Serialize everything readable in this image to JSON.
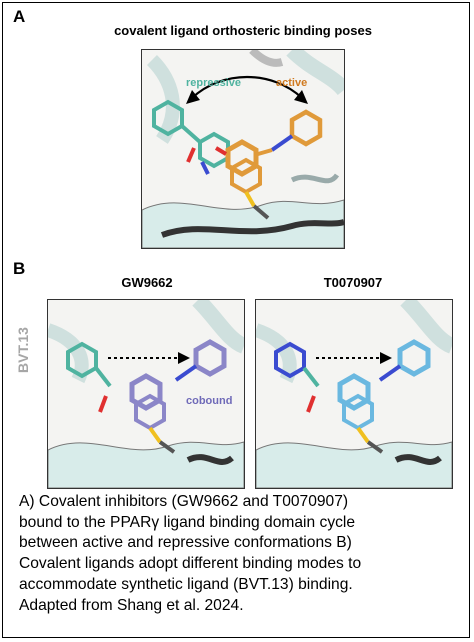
{
  "panel_a": {
    "letter": "A",
    "title": "covalent ligand orthosteric binding poses",
    "label_repressive": "repressive",
    "label_active": "active"
  },
  "panel_b": {
    "letter": "B",
    "left_title": "GW9662",
    "right_title": "T0070907",
    "side_label": "BVT.13",
    "cobound_label": "cobound"
  },
  "caption": {
    "lines": [
      "A) Covalent inhibitors (GW9662 and T0070907)",
      "bound to the PPARγ ligand binding domain cycle",
      "between active and repressive conformations B)",
      "Covalent ligands adopt different binding modes to",
      "accommodate synthetic ligand (BVT.13) binding.",
      "Adapted from Shang et al. 2024."
    ]
  },
  "colors": {
    "repressive": "#4fb3a0",
    "active": "#e09a3a",
    "cobound": "#8b86c8",
    "cobound_light": "#6ab8e0",
    "ribbon": "#cfe6e4"
  }
}
